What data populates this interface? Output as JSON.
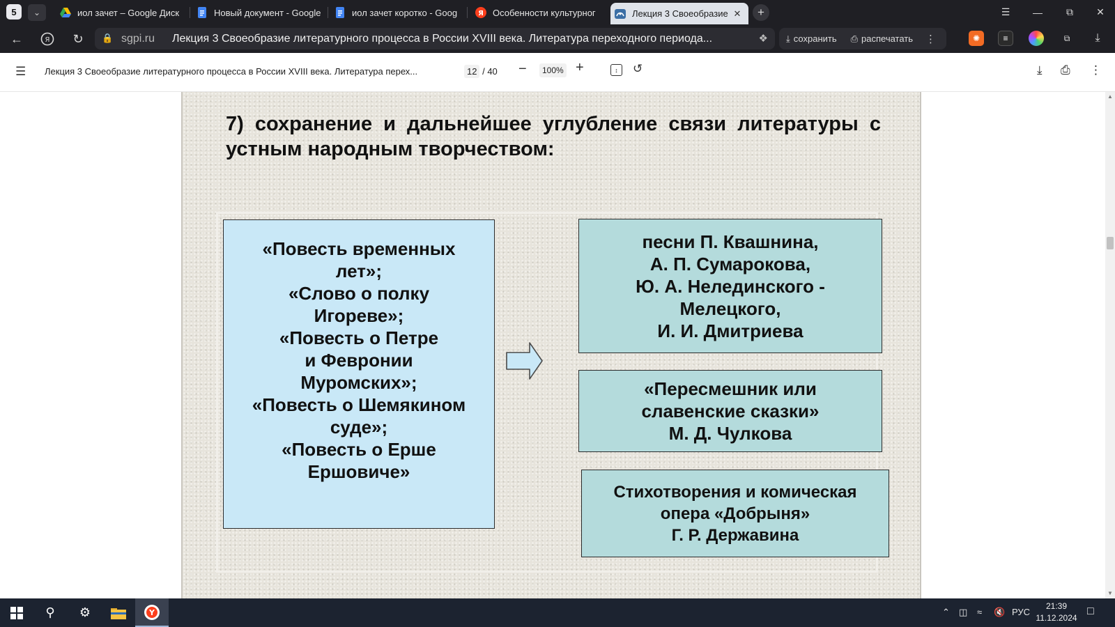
{
  "browser": {
    "tab_count": "5",
    "tabs": [
      {
        "label": "иол зачет – Google Диск",
        "favicon": "google-drive-icon"
      },
      {
        "label": "Новый документ - Google",
        "favicon": "google-docs-icon"
      },
      {
        "label": "иол зачет коротко - Goog",
        "favicon": "google-docs-icon"
      },
      {
        "label": "Особенности культурног",
        "favicon": "yandex-icon"
      },
      {
        "label": "Лекция 3 Своеобразие",
        "favicon": "pdf-viewer-icon"
      }
    ],
    "address": {
      "domain": "sgpi.ru",
      "page_title": "Лекция 3 Своеобразие литературного процесса в России XVIII века. Литература переходного периода..."
    },
    "actions": {
      "save": "сохранить",
      "print": "распечатать"
    }
  },
  "pdf_toolbar": {
    "title": "Лекция 3 Своеобразие литературного процесса в России XVIII века. Литература перех...",
    "page_current": "12",
    "page_total": "40",
    "zoom": "100%"
  },
  "slide": {
    "heading": "7) сохранение и дальнейшее углубление связи литературы с устным народным творчеством:",
    "left_box": "«Повесть временных\nлет»;\n«Слово о полку\nИгореве»;\n«Повесть о Петре\nи Февронии\nМуромских»;\n«Повесть о Шемякином\nсуде»;\n«Повесть о Ерше\nЕршовиче»",
    "right_boxes": [
      "песни П. Квашнина,\nА. П. Сумарокова,\nЮ. А. Нелединского -\nМелецкого,\nИ. И. Дмитриева",
      "«Пересмешник или\nславенские сказки»\nМ. Д. Чулкова",
      "Стихотворения и комическая\nопера «Добрыня»\nГ. Р. Державина"
    ]
  },
  "taskbar": {
    "language": "РУС",
    "time": "21:39",
    "date": "11.12.2024"
  }
}
